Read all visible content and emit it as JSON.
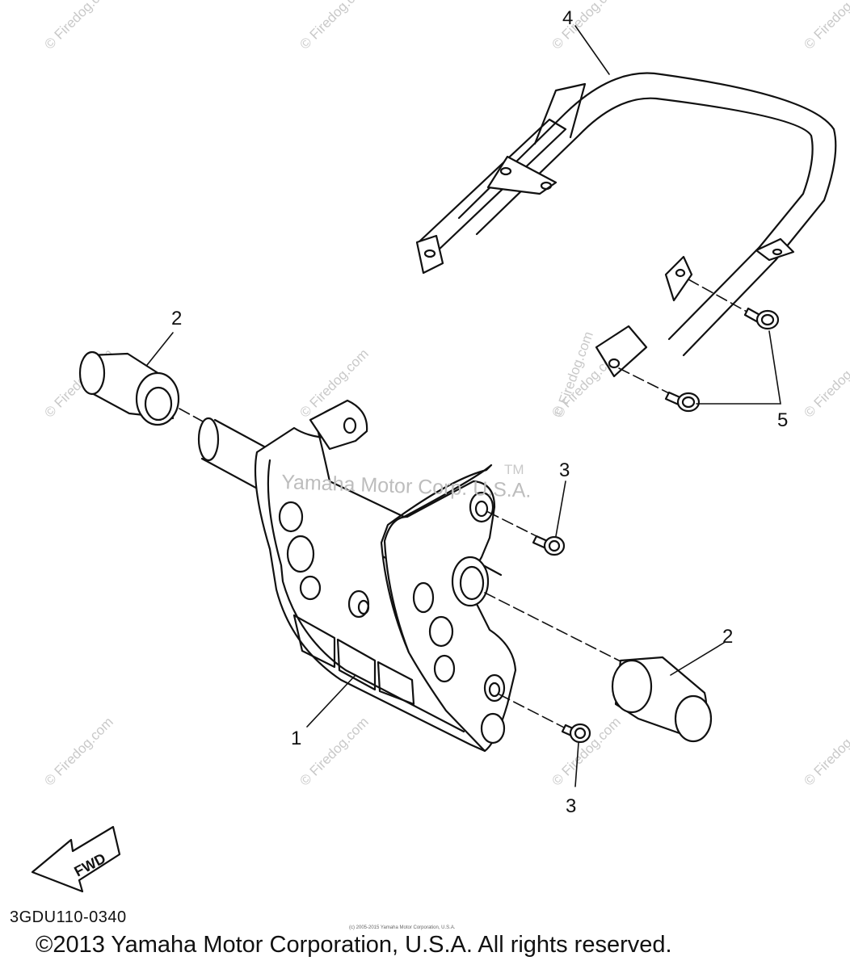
{
  "diagram_code": "3GDU110-0340",
  "copyright": "©2013 Yamaha Motor Corporation, U.S.A. All rights reserved.",
  "tiny_note": "(c) 2005-2015 Yamaha Motor Corporation, U.S.A.",
  "watermark_center": "Yamaha Motor Corp. U.S.A.",
  "watermark_tm": "TM",
  "watermark_repeat": "© Firedog.com",
  "fwd_label": "FWD",
  "callouts": {
    "part_1": "1",
    "part_2_left": "2",
    "part_2_right": "2",
    "part_3_top": "3",
    "part_3_bottom": "3",
    "part_4": "4",
    "part_5": "5"
  },
  "colors": {
    "line": "#111111",
    "watermark": "#c9c9c9"
  }
}
